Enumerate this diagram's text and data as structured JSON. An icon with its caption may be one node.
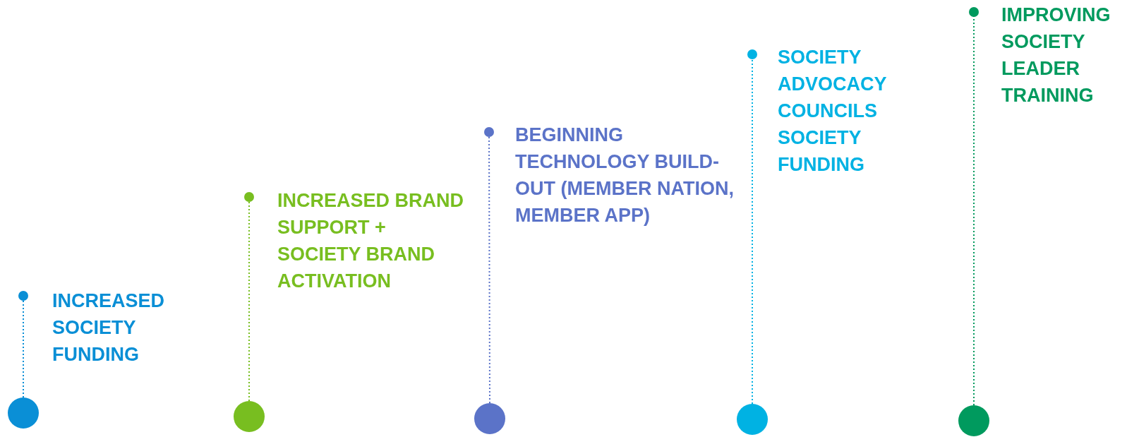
{
  "diagram": {
    "nodes": [
      {
        "text": [
          "INCREASED SOCIETY FUNDING"
        ]
      },
      {
        "text": [
          "INCREASED BRAND SUPPORT + SOCIETY BRAND ACTIVATION"
        ]
      },
      {
        "text": [
          "BEGINNING TECHNOLOGY BUILD-OUT (MEMBER NATION, MEMBER APP)"
        ]
      },
      {
        "text": [
          "SOCIETY ADVOCACY COUNCILS SOCIETY FUNDING"
        ]
      },
      {
        "text": [
          "IMPROVING SOCIETY LEADER TRAINING"
        ]
      },
      {
        "text": [],
        "shape": "circle"
      },
      {
        "text": [],
        "shape": "circle"
      },
      {
        "text": [],
        "shape": "circle"
      },
      {
        "text": [],
        "shape": "circle"
      },
      {
        "text": [],
        "shape": "circle"
      }
    ],
    "edges": [
      {
        "from": 5,
        "to": 0,
        "arrow": "other",
        "style": "dashed",
        "color": "#0a8fd6"
      },
      {
        "from": 6,
        "to": 1,
        "arrow": "other",
        "style": "dashed",
        "color": "#78be20"
      },
      {
        "from": 7,
        "to": 2,
        "arrow": "other",
        "style": "dashed",
        "color": "#5b73c8"
      },
      {
        "from": 8,
        "to": 3,
        "arrow": "other",
        "style": "dashed",
        "color": "#00b2e3"
      },
      {
        "from": 9,
        "to": 4,
        "arrow": "other",
        "style": "dashed",
        "color": "#009a5e"
      }
    ]
  }
}
